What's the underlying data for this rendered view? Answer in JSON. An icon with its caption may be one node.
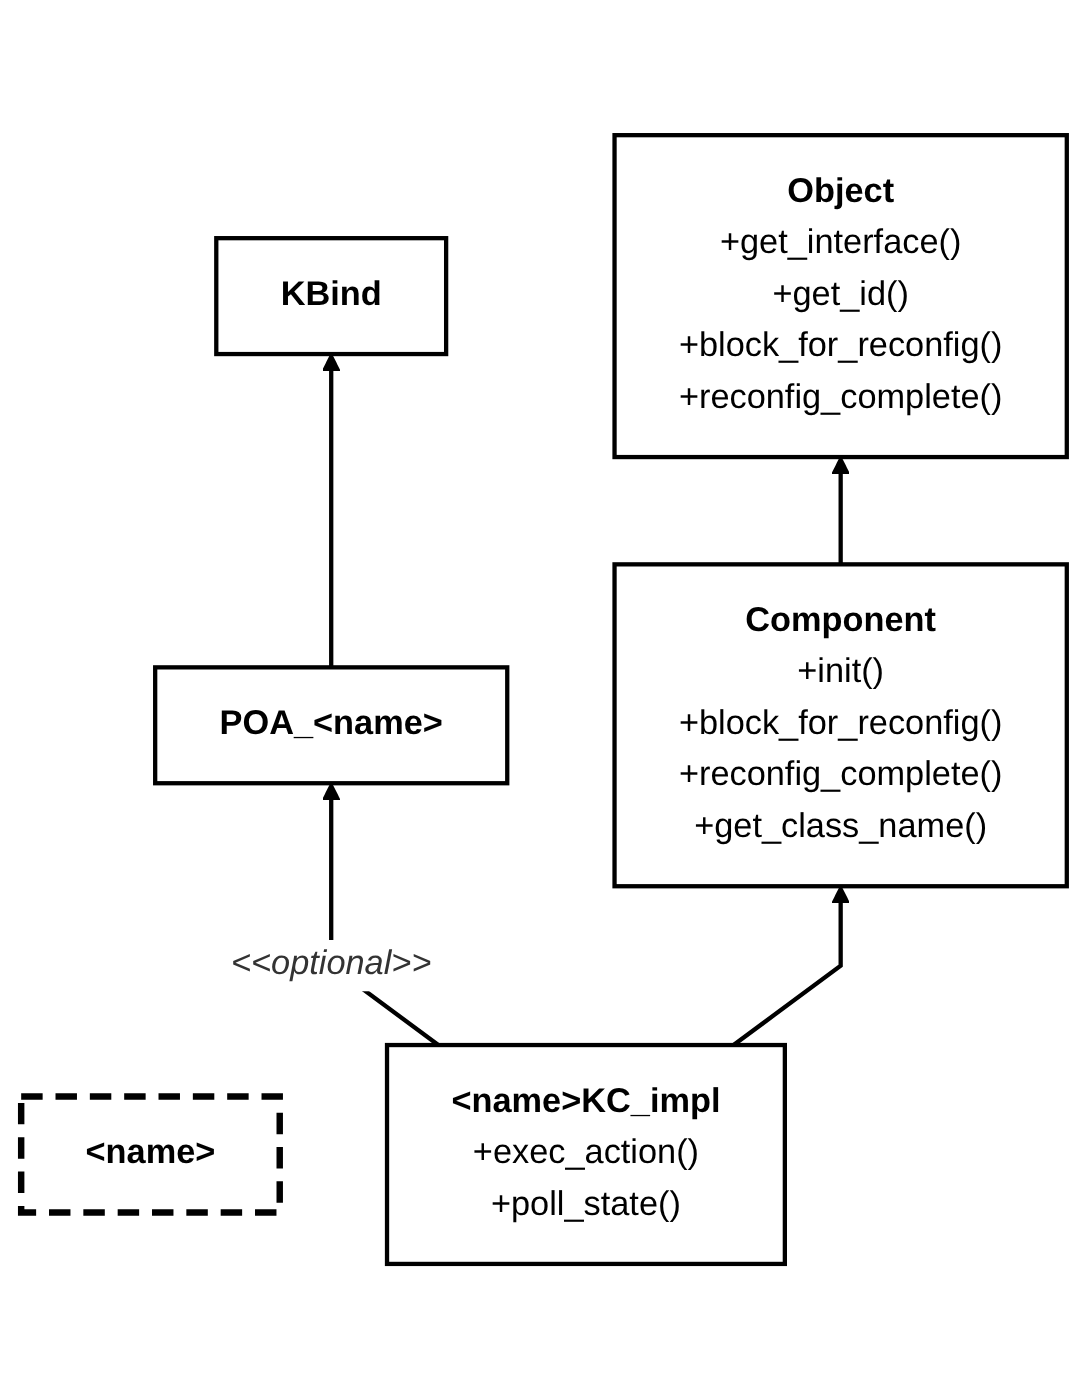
{
  "diagram": {
    "nodes": [
      {
        "text": [
          "Object",
          "+get_interface()",
          "+get_id()",
          "+block_for_reconfig()",
          "+reconfig_complete()"
        ]
      },
      {
        "text": [
          "KBind"
        ]
      },
      {
        "text": [
          "<name>"
        ]
      },
      {
        "text": [
          "Component",
          "+init()",
          "+block_for_reconfig()",
          "+reconfig_complete()",
          "+get_class_name()"
        ]
      },
      {
        "text": [
          "POA_<name>"
        ]
      },
      {
        "text": [
          "<name>KC_impl",
          "+exec_action()",
          "+poll_state()"
        ]
      }
    ],
    "edges": [
      {
        "from": 3,
        "to": 0,
        "arrow": "to"
      },
      {
        "from": 4,
        "to": 1,
        "arrow": "to"
      },
      {
        "from": 5,
        "to": 4,
        "arrow": "to",
        "label": "<<optional>>"
      },
      {
        "from": 5,
        "to": 3,
        "arrow": "to"
      }
    ]
  }
}
